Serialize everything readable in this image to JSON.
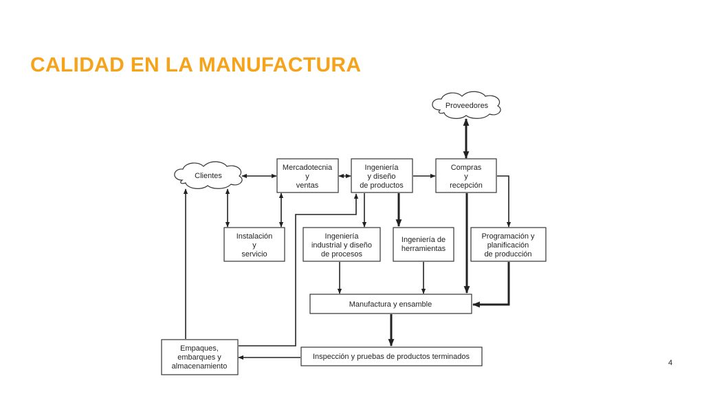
{
  "title": "CALIDAD EN LA MANUFACTURA",
  "page_number": "4",
  "nodes": {
    "proveedores": [
      "Proveedores"
    ],
    "clientes": [
      "Clientes"
    ],
    "mercadotecnia": [
      "Mercadotecnia",
      "y",
      "ventas"
    ],
    "ingenieria_diseno": [
      "Ingeniería",
      "y diseño",
      "de productos"
    ],
    "compras": [
      "Compras",
      "y",
      "recepción"
    ],
    "instalacion": [
      "Instalación",
      "y",
      "servicio"
    ],
    "ingenieria_industrial": [
      "Ingeniería",
      "industrial y diseño",
      "de procesos"
    ],
    "ingenieria_herramientas": [
      "Ingeniería de",
      "herramientas"
    ],
    "programacion": [
      "Programación y",
      "planificación",
      "de producción"
    ],
    "manufactura": [
      "Manufactura y ensamble"
    ],
    "empaques": [
      "Empaques,",
      "embarques y",
      "almacenamiento"
    ],
    "inspeccion": [
      "Inspección y pruebas de productos terminados"
    ]
  }
}
